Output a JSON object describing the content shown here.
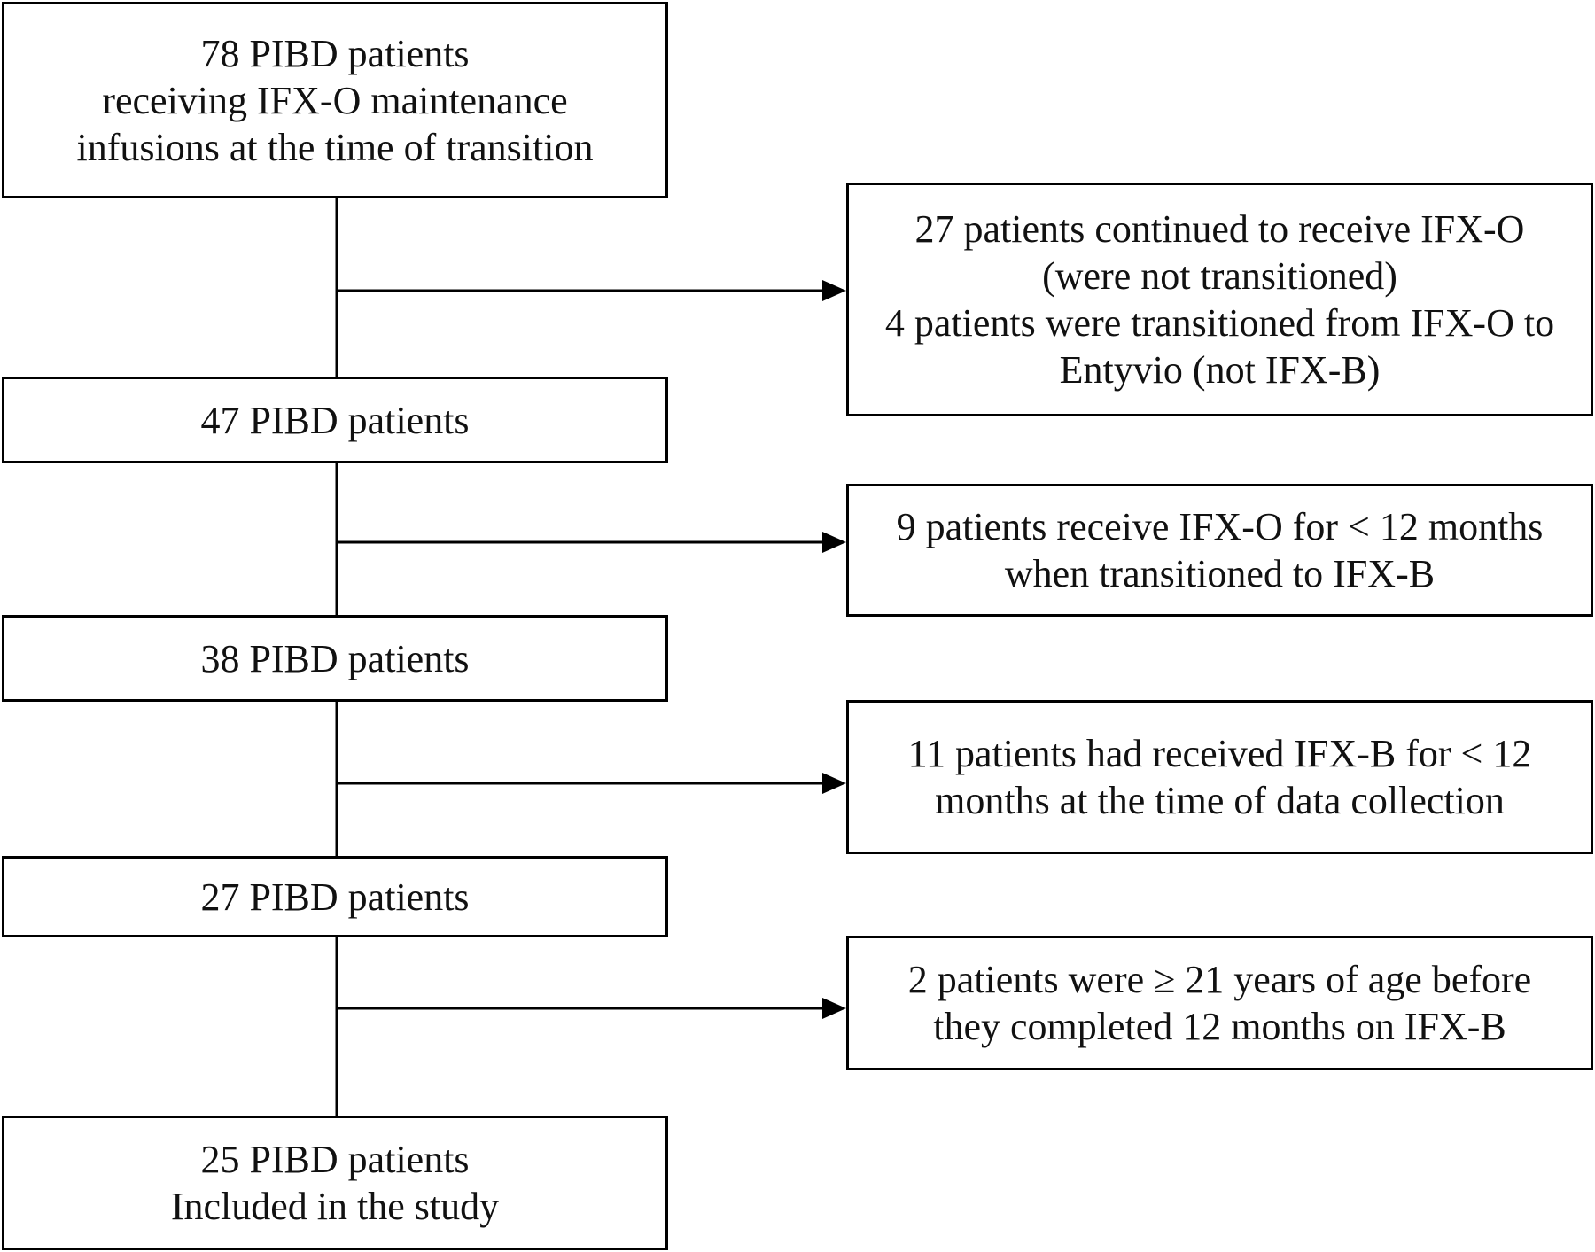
{
  "flowchart": {
    "main_boxes": [
      {
        "lines": [
          "78 PIBD patients",
          "receiving IFX-O maintenance",
          "infusions at the time of transition"
        ]
      },
      {
        "lines": [
          "47 PIBD patients"
        ]
      },
      {
        "lines": [
          "38 PIBD patients"
        ]
      },
      {
        "lines": [
          "27 PIBD patients"
        ]
      },
      {
        "lines": [
          "25 PIBD patients",
          "Included in the study"
        ]
      }
    ],
    "exclusion_boxes": [
      {
        "lines": [
          "27 patients continued to receive IFX-O",
          "(were not transitioned)",
          "4 patients were transitioned from IFX-O to",
          "Entyvio (not IFX-B)"
        ]
      },
      {
        "lines": [
          "9 patients receive IFX-O for < 12 months",
          "when transitioned to IFX-B"
        ]
      },
      {
        "lines": [
          "11 patients had received IFX-B for < 12",
          "months at the time of data collection"
        ]
      },
      {
        "lines": [
          "2 patients were ≥ 21 years of age before",
          "they completed 12 months on IFX-B"
        ]
      }
    ]
  }
}
